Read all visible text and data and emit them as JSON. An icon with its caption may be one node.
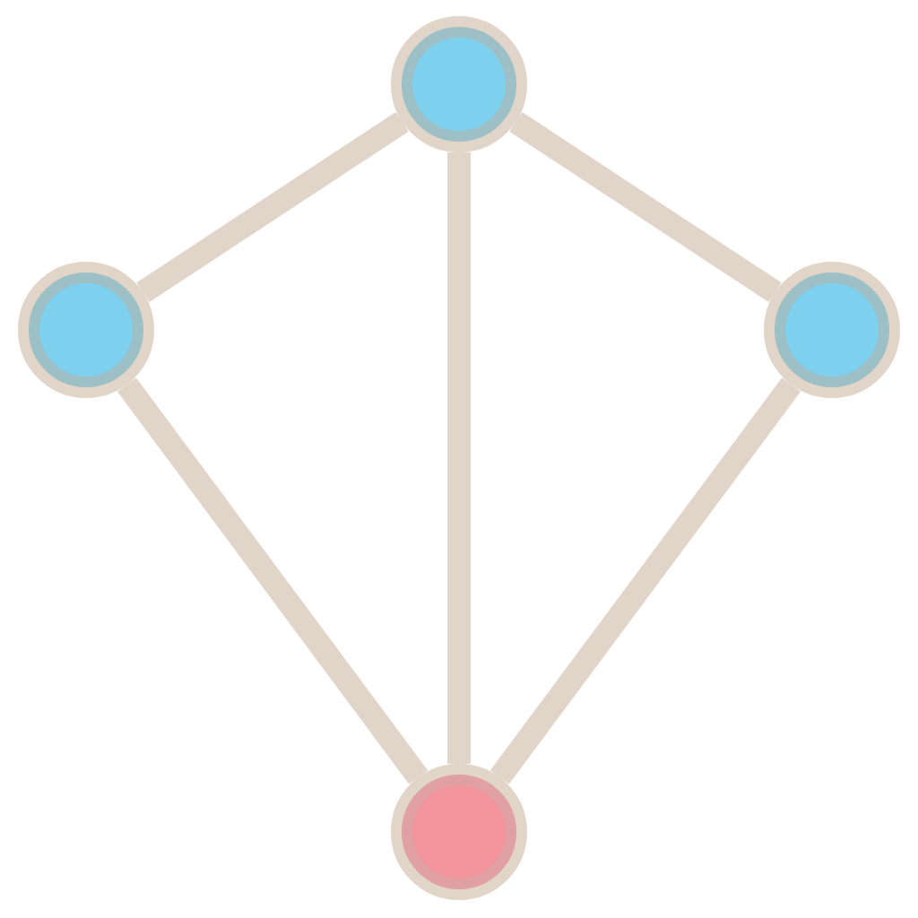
{
  "diagram": {
    "nodes": [
      {
        "text": [],
        "shape": "circle"
      },
      {
        "text": [],
        "shape": "circle"
      },
      {
        "text": [],
        "shape": "circle"
      },
      {
        "text": [],
        "shape": "circle"
      }
    ],
    "edges": [
      {
        "from": 0,
        "to": 1,
        "arrow": "none"
      },
      {
        "from": 0,
        "to": 2,
        "arrow": "none"
      },
      {
        "from": 0,
        "to": 3,
        "arrow": "none"
      },
      {
        "from": 1,
        "to": 3,
        "arrow": "none"
      },
      {
        "from": 2,
        "to": 3,
        "arrow": "none"
      }
    ]
  }
}
